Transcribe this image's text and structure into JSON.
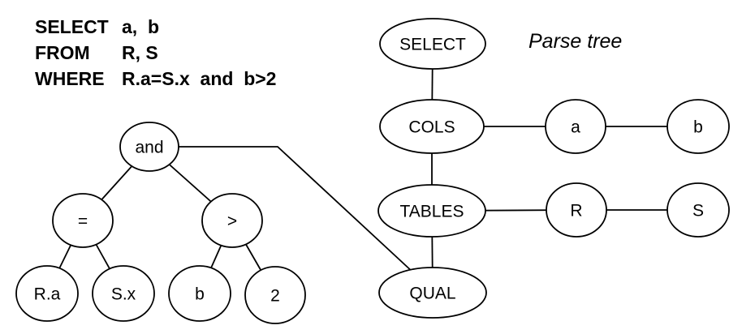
{
  "colors": {
    "background": "#ffffff",
    "ink": "#000000"
  },
  "query": {
    "lines": [
      {
        "keyword": "SELECT",
        "args": "a,  b"
      },
      {
        "keyword": "FROM",
        "args": "R, S"
      },
      {
        "keyword": "WHERE",
        "args": "R.a=S.x  and  b>2"
      }
    ]
  },
  "caption": "Parse tree",
  "parse_tree": {
    "nodes": {
      "select": "SELECT",
      "cols": "COLS",
      "tables": "TABLES",
      "qual": "QUAL",
      "col_a": "a",
      "col_b": "b",
      "table_r": "R",
      "table_s": "S"
    },
    "edges": [
      [
        "SELECT",
        "COLS"
      ],
      [
        "COLS",
        "TABLES"
      ],
      [
        "TABLES",
        "QUAL"
      ],
      [
        "COLS",
        "a"
      ],
      [
        "a",
        "b"
      ],
      [
        "TABLES",
        "R"
      ],
      [
        "R",
        "S"
      ],
      [
        "QUAL",
        "and"
      ]
    ]
  },
  "condition_tree": {
    "nodes": {
      "and": "and",
      "eq": "=",
      "gt": ">",
      "eq_left": "R.a",
      "eq_right": "S.x",
      "gt_left": "b",
      "gt_right": "2"
    },
    "edges": [
      [
        "and",
        "="
      ],
      [
        "and",
        ">"
      ],
      [
        "=",
        "R.a"
      ],
      [
        "=",
        "S.x"
      ],
      [
        ">",
        "b"
      ],
      [
        ">",
        "2"
      ]
    ]
  }
}
